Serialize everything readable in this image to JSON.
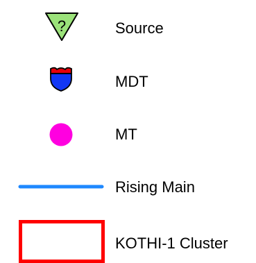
{
  "legend": {
    "items": [
      {
        "key": "source",
        "label": "Source",
        "symbol": "green-triangle-question-icon",
        "color": "#9be27a"
      },
      {
        "key": "mdt",
        "label": "MDT",
        "symbol": "interstate-shield-icon",
        "color_top": "#e8000b",
        "color_bottom": "#1237f5"
      },
      {
        "key": "mt",
        "label": "MT",
        "symbol": "magenta-circle-icon",
        "color": "#ff00e0"
      },
      {
        "key": "rising_main",
        "label": "Rising Main",
        "symbol": "blue-line-icon",
        "color": "#1e88ff"
      },
      {
        "key": "cluster",
        "label": "KOTHI-1 Cluster",
        "symbol": "red-rectangle-icon",
        "color": "#ff0000"
      }
    ]
  }
}
